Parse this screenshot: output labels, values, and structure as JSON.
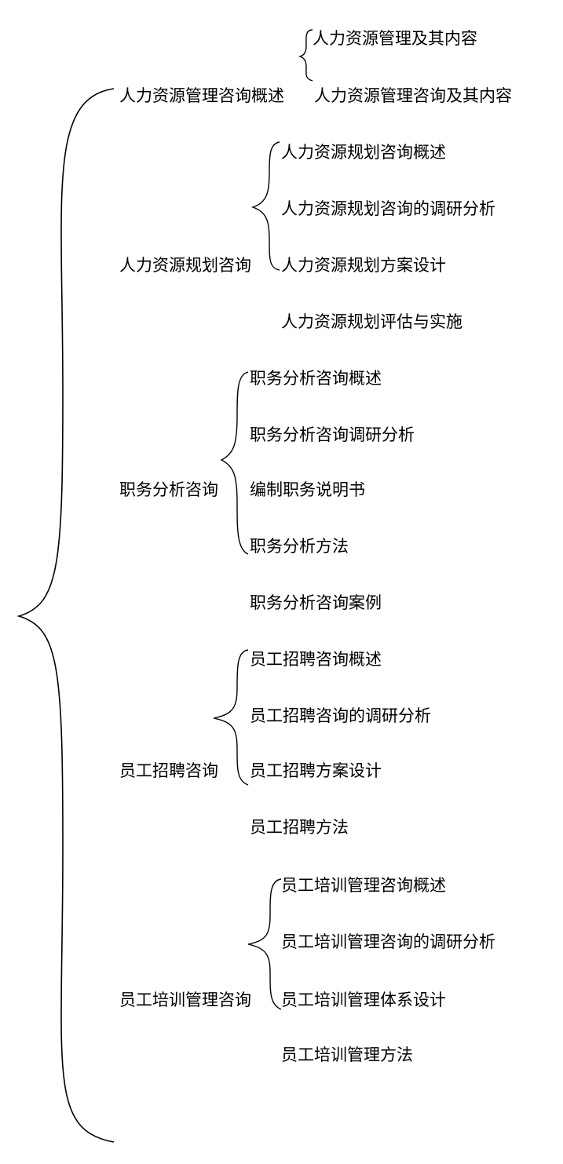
{
  "sections": [
    {
      "title": "人力资源管理咨询概述",
      "items": [
        "人力资源管理及其内容",
        "人力资源管理咨询及其内容"
      ]
    },
    {
      "title": "人力资源规划咨询",
      "items": [
        "人力资源规划咨询概述",
        "人力资源规划咨询的调研分析",
        "人力资源规划方案设计",
        "人力资源规划评估与实施"
      ]
    },
    {
      "title": "职务分析咨询",
      "items": [
        "职务分析咨询概述",
        "职务分析咨询调研分析",
        "编制职务说明书",
        "职务分析方法",
        "职务分析咨询案例"
      ]
    },
    {
      "title": "员工招聘咨询",
      "items": [
        "员工招聘咨询概述",
        "员工招聘咨询的调研分析",
        "员工招聘方案设计",
        "员工招聘方法"
      ]
    },
    {
      "title": "员工培训管理咨询",
      "items": [
        "员工培训管理咨询概述",
        "员工培训管理咨询的调研分析",
        "员工培训管理体系设计",
        "员工培训管理方法"
      ]
    }
  ]
}
